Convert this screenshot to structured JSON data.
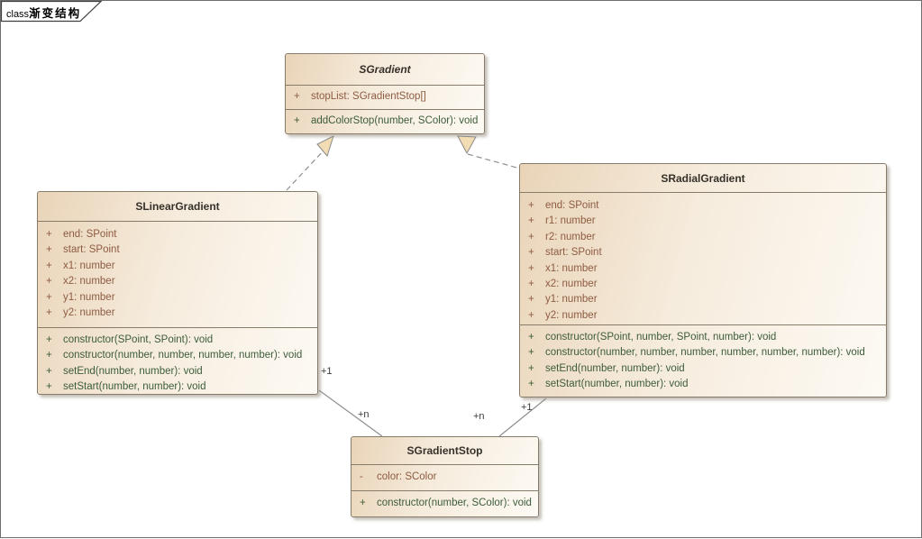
{
  "frame": {
    "label_keyword": "class",
    "label_title": "渐变结构"
  },
  "colors": {
    "box_fill_dark": "#e9d4b8",
    "box_fill_light": "#fdfaf4",
    "box_border": "#877c69",
    "attribute_text": "#8e5b42",
    "method_text": "#3c5c3a",
    "connector": "#8f8f8f",
    "triangle_fill": "#f2dcb3",
    "background": "#ffffff"
  },
  "classes": [
    {
      "name": "SGradient",
      "abstract": true,
      "attributes": [
        {
          "vis": "+",
          "text": "stopList: SGradientStop[]"
        }
      ],
      "methods": [
        {
          "vis": "+",
          "text": "addColorStop(number, SColor): void"
        }
      ]
    },
    {
      "name": "SLinearGradient",
      "abstract": false,
      "attributes": [
        {
          "vis": "+",
          "text": "end: SPoint"
        },
        {
          "vis": "+",
          "text": "start: SPoint"
        },
        {
          "vis": "+",
          "text": "x1: number"
        },
        {
          "vis": "+",
          "text": "x2: number"
        },
        {
          "vis": "+",
          "text": "y1: number"
        },
        {
          "vis": "+",
          "text": "y2: number"
        }
      ],
      "methods": [
        {
          "vis": "+",
          "text": "constructor(SPoint, SPoint): void"
        },
        {
          "vis": "+",
          "text": "constructor(number, number, number, number): void"
        },
        {
          "vis": "+",
          "text": "setEnd(number, number): void"
        },
        {
          "vis": "+",
          "text": "setStart(number, number): void"
        }
      ]
    },
    {
      "name": "SRadialGradient",
      "abstract": false,
      "attributes": [
        {
          "vis": "+",
          "text": "end: SPoint"
        },
        {
          "vis": "+",
          "text": "r1: number"
        },
        {
          "vis": "+",
          "text": "r2: number"
        },
        {
          "vis": "+",
          "text": "start: SPoint"
        },
        {
          "vis": "+",
          "text": "x1: number"
        },
        {
          "vis": "+",
          "text": "x2: number"
        },
        {
          "vis": "+",
          "text": "y1: number"
        },
        {
          "vis": "+",
          "text": "y2: number"
        }
      ],
      "methods": [
        {
          "vis": "+",
          "text": "constructor(SPoint, number, SPoint, number): void"
        },
        {
          "vis": "+",
          "text": "constructor(number, number, number, number, number, number): void"
        },
        {
          "vis": "+",
          "text": "setEnd(number, number): void"
        },
        {
          "vis": "+",
          "text": "setStart(number, number): void"
        }
      ]
    },
    {
      "name": "SGradientStop",
      "abstract": false,
      "attributes": [
        {
          "vis": "-",
          "text": "color: SColor"
        }
      ],
      "methods": [
        {
          "vis": "+",
          "text": "constructor(number, SColor): void"
        }
      ]
    }
  ],
  "relationships": {
    "generalizations": [
      {
        "from": "SLinearGradient",
        "to": "SGradient",
        "style": "dashed-hollow-triangle"
      },
      {
        "from": "SRadialGradient",
        "to": "SGradient",
        "style": "dashed-hollow-triangle"
      }
    ],
    "associations": [
      {
        "from": "SLinearGradient",
        "to": "SGradientStop",
        "from_label": "+1",
        "to_label": "+n"
      },
      {
        "from": "SRadialGradient",
        "to": "SGradientStop",
        "from_label": "+1",
        "to_label": "+n"
      }
    ]
  }
}
